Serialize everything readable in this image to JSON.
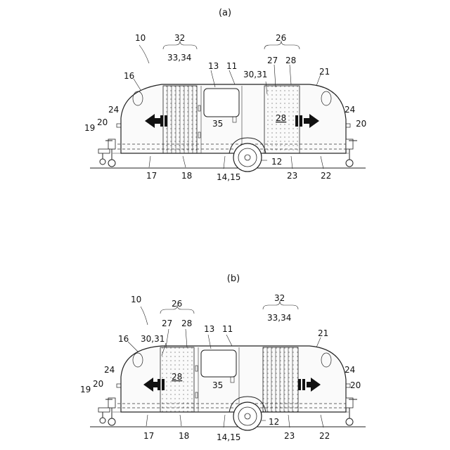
{
  "figure_a": {
    "caption": "(a)",
    "labels": {
      "l10": "10",
      "l32": "32",
      "l3334": "33,34",
      "l13": "13",
      "l11": "11",
      "l26": "26",
      "l27": "27",
      "l28": "28",
      "l3031": "30,31",
      "l16": "16",
      "l21": "21",
      "l24_left": "24",
      "l24_right": "24",
      "l19": "19",
      "l20_left": "20",
      "l20_right": "20",
      "l35": "35",
      "l28_panel": "28",
      "l12": "12",
      "l17": "17",
      "l18": "18",
      "l1415": "14,15",
      "l23": "23",
      "l22": "22"
    }
  },
  "figure_b": {
    "caption": "(b)",
    "labels": {
      "l10": "10",
      "l26": "26",
      "l27": "27",
      "l28": "28",
      "l32": "32",
      "l3334": "33,34",
      "l13": "13",
      "l11": "11",
      "l3031": "30,31",
      "l16": "16",
      "l21": "21",
      "l24_left": "24",
      "l24_right": "24",
      "l19": "19",
      "l20_left": "20",
      "l20_right": "20",
      "l28_panel": "28",
      "l35": "35",
      "l12": "12",
      "l17": "17",
      "l18": "18",
      "l1415": "14,15",
      "l23": "23",
      "l22": "22"
    }
  }
}
